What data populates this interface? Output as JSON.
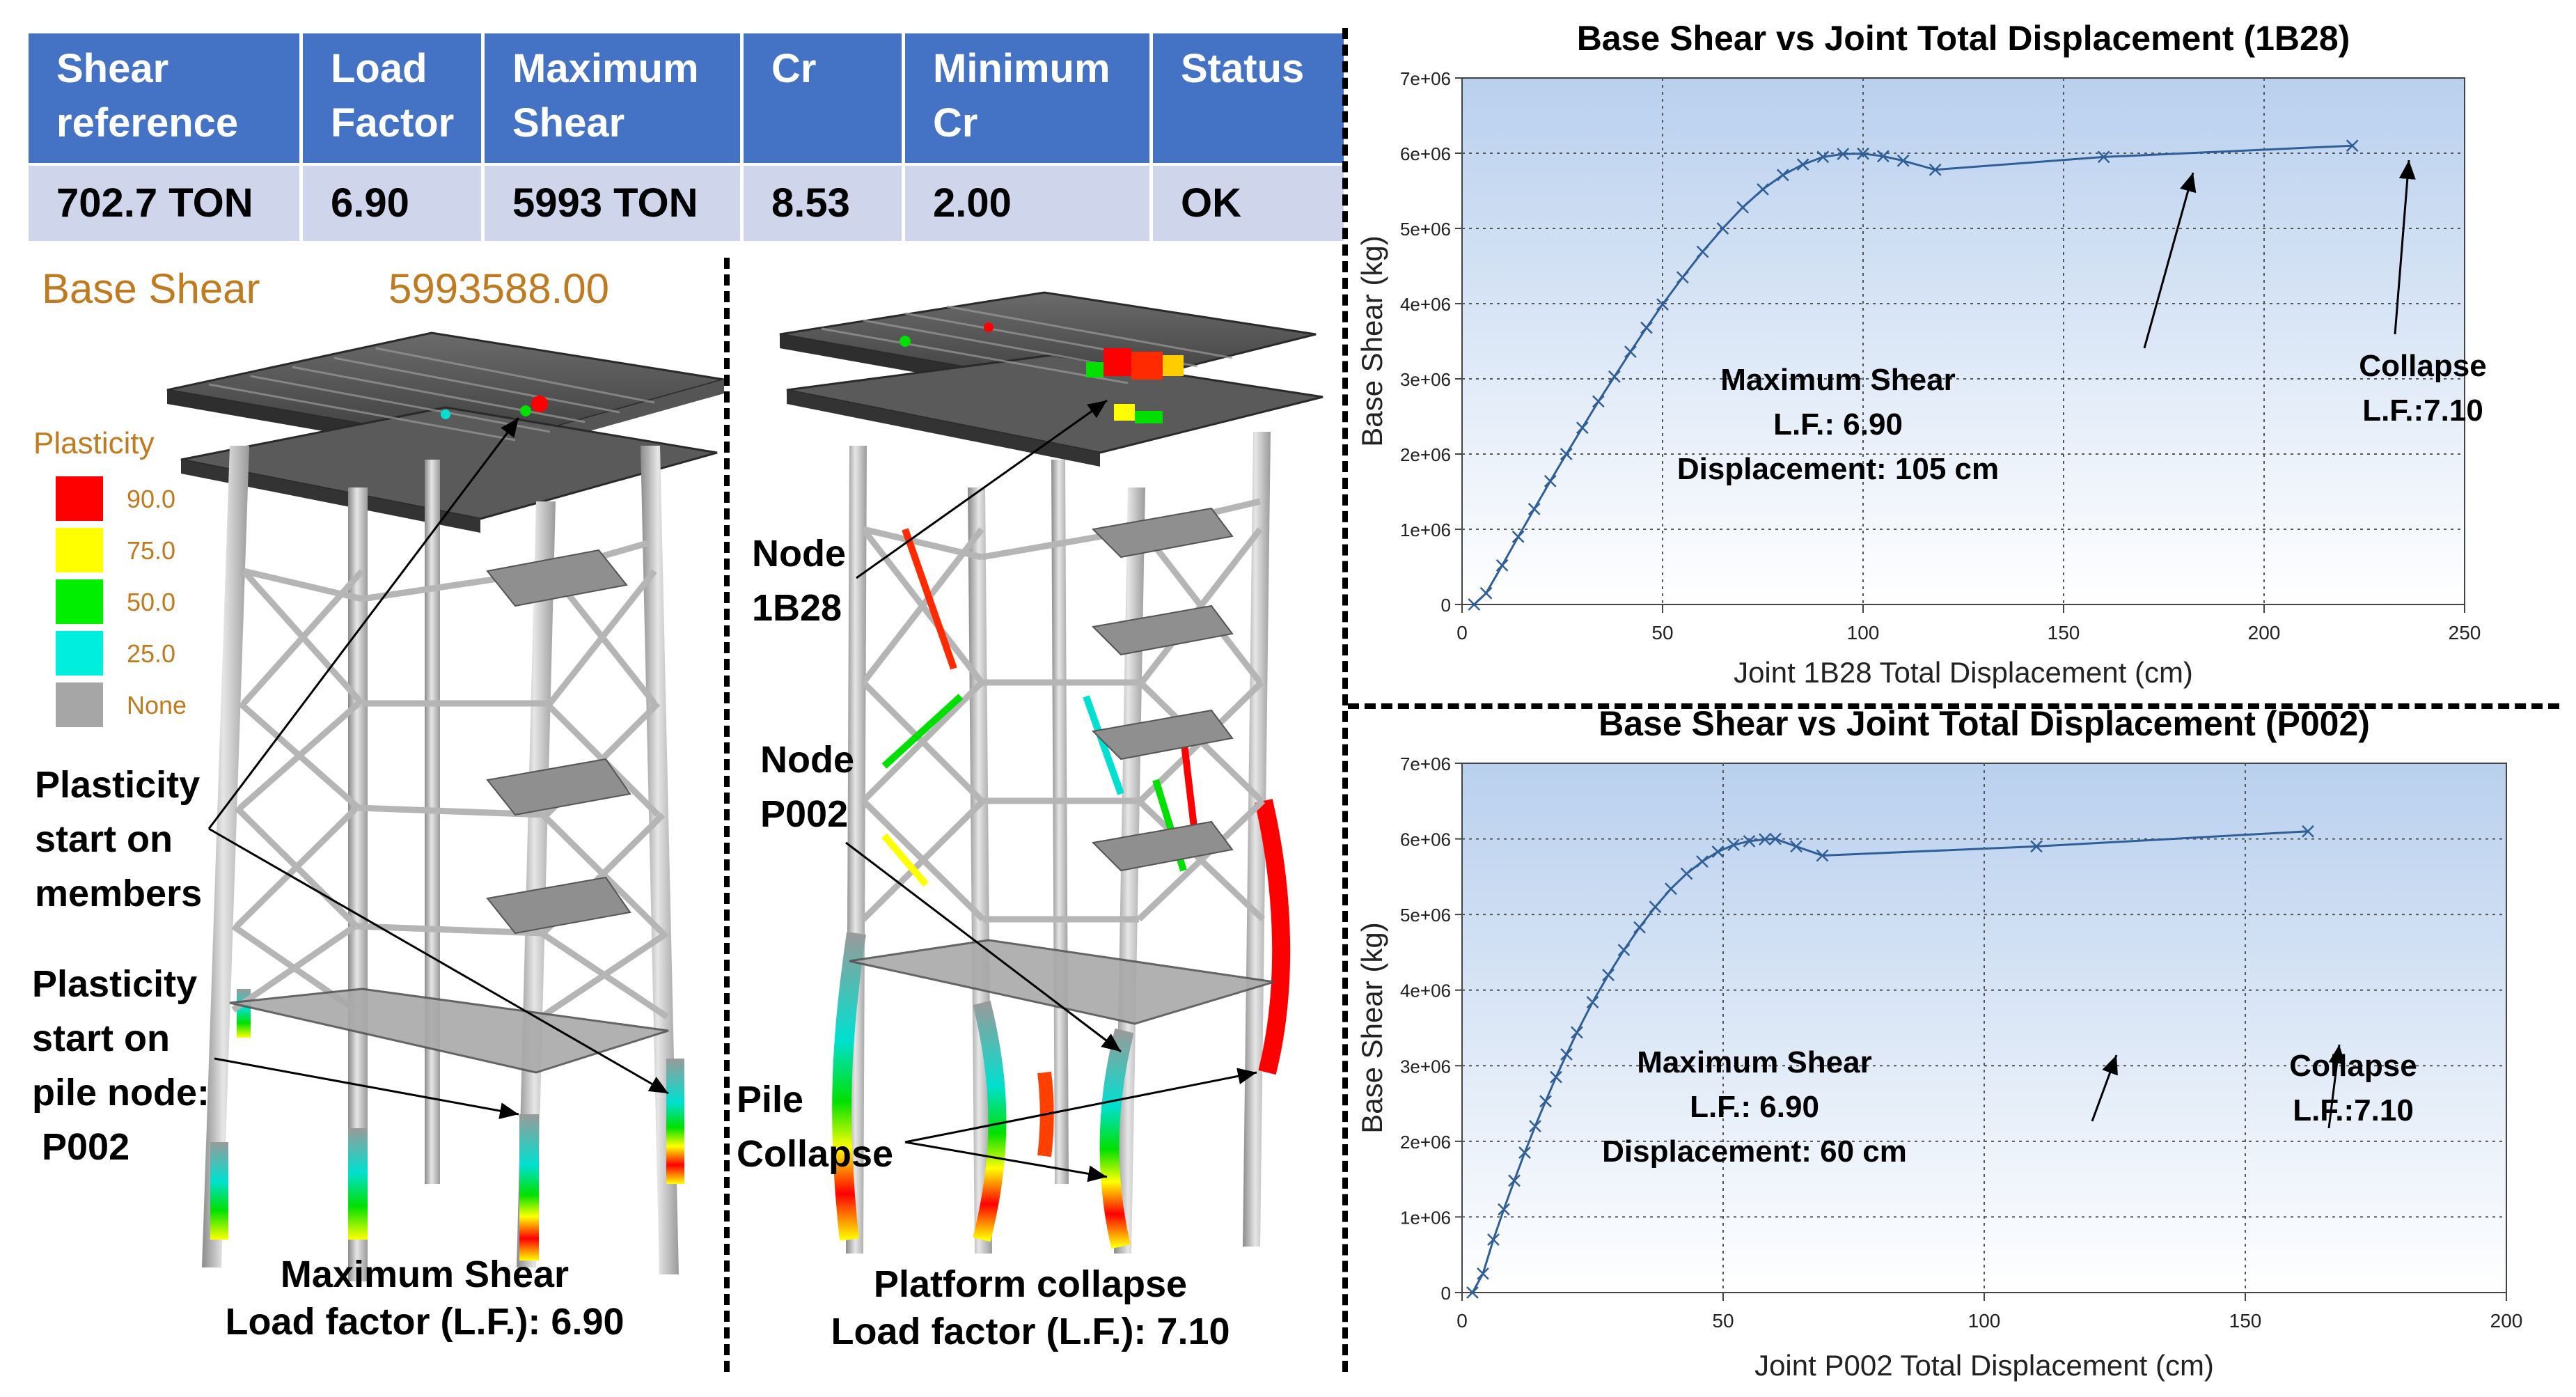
{
  "table": {
    "headers": [
      "Shear reference",
      "Load Factor",
      "Maximum Shear",
      "Cr",
      "Minimum Cr",
      "Status"
    ],
    "row": [
      "702.7 TON",
      "6.90",
      "5993 TON",
      "8.53",
      "2.00",
      "OK"
    ],
    "header_color": "#4472c4",
    "row_color": "#cfd5ea"
  },
  "left_panel": {
    "base_shear_label": "Base Shear",
    "base_shear_value": "5993588.00",
    "legend": {
      "title": "Plasticity",
      "items": [
        {
          "label": "90.0",
          "color": "#ff0000"
        },
        {
          "label": "75.0",
          "color": "#ffff00"
        },
        {
          "label": "50.0",
          "color": "#00ee00"
        },
        {
          "label": "25.0",
          "color": "#00eedd"
        },
        {
          "label": "None",
          "color": "#a6a6a6"
        }
      ]
    },
    "annotation_members": [
      "Plasticity",
      "start on",
      "members"
    ],
    "annotation_pile": [
      "Plasticity",
      "start on",
      "pile node:",
      "P002"
    ],
    "caption": [
      "Maximum Shear",
      "Load factor (L.F.): 6.90"
    ]
  },
  "middle_panel": {
    "node_1b28": [
      "Node",
      "1B28"
    ],
    "node_p002": [
      "Node",
      "P002"
    ],
    "pile_collapse": [
      "Pile",
      "Collapse"
    ],
    "caption": [
      "Platform collapse",
      "Load factor (L.F.): 7.10"
    ]
  },
  "chart_data": [
    {
      "type": "line",
      "title": "Base Shear vs Joint Total Displacement (1B28)",
      "xlabel": "Joint 1B28 Total Displacement   (cm)",
      "ylabel": "Base Shear   (kg)",
      "xlim": [
        0,
        250
      ],
      "ylim": [
        0,
        7000000
      ],
      "xticks": [
        "0",
        "50",
        "100",
        "150",
        "200",
        "250"
      ],
      "yticks": [
        "0",
        "1e+06",
        "2e+06",
        "3e+06",
        "4e+06",
        "5e+06",
        "6e+06",
        "7e+06"
      ],
      "grid": true,
      "marker": "x",
      "series_color": "#2f5f96",
      "x": [
        3,
        6,
        10,
        14,
        18,
        22,
        26,
        30,
        34,
        38,
        42,
        46,
        50,
        55,
        60,
        65,
        70,
        75,
        80,
        85,
        90,
        95,
        100,
        105,
        110,
        118,
        160,
        222
      ],
      "y": [
        0,
        150000,
        520000,
        900000,
        1270000,
        1640000,
        2000000,
        2350000,
        2700000,
        3030000,
        3360000,
        3680000,
        3990000,
        4350000,
        4690000,
        5000000,
        5280000,
        5520000,
        5710000,
        5850000,
        5950000,
        5990000,
        5993588,
        5960000,
        5900000,
        5780000,
        5950000,
        6100000
      ],
      "annotations": [
        {
          "lines": [
            "Maximum Shear",
            "L.F.: 6.90",
            "Displacement: 105 cm"
          ]
        },
        {
          "lines": [
            "Collapse",
            "L.F.:7.10"
          ]
        }
      ]
    },
    {
      "type": "line",
      "title": "Base Shear vs Joint Total Displacement (P002)",
      "xlabel": "Joint P002 Total Displacement   (cm)",
      "ylabel": "Base Shear   (kg)",
      "xlim": [
        0,
        200
      ],
      "ylim": [
        0,
        7000000
      ],
      "xticks": [
        "0",
        "50",
        "100",
        "150",
        "200"
      ],
      "yticks": [
        "0",
        "1e+06",
        "2e+06",
        "3e+06",
        "4e+06",
        "5e+06",
        "6e+06",
        "7e+06"
      ],
      "grid": true,
      "marker": "x",
      "series_color": "#2f5f96",
      "x": [
        2,
        4,
        6,
        8,
        10,
        12,
        14,
        16,
        18,
        20,
        22,
        25,
        28,
        31,
        34,
        37,
        40,
        43,
        46,
        49,
        52,
        55,
        58,
        60,
        64,
        69,
        110,
        162
      ],
      "y": [
        0,
        250000,
        700000,
        1100000,
        1480000,
        1850000,
        2200000,
        2530000,
        2850000,
        3150000,
        3440000,
        3840000,
        4200000,
        4530000,
        4830000,
        5100000,
        5340000,
        5540000,
        5700000,
        5830000,
        5920000,
        5970000,
        5993588,
        6000000,
        5900000,
        5780000,
        5900000,
        6100000
      ],
      "annotations": [
        {
          "lines": [
            "Maximum Shear",
            "L.F.: 6.90",
            "Displacement: 60 cm"
          ]
        },
        {
          "lines": [
            "Collapse",
            "L.F.:7.10"
          ]
        }
      ]
    }
  ]
}
